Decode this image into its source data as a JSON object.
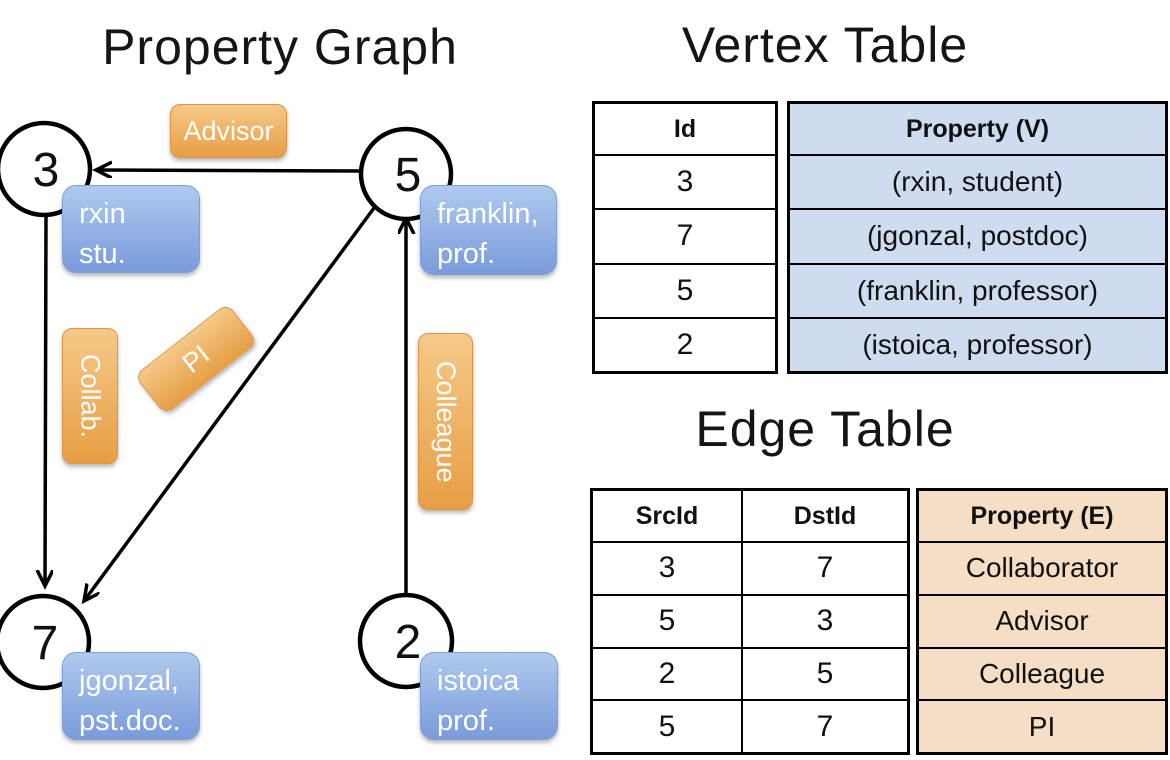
{
  "graph": {
    "title": "Property Graph",
    "nodes": [
      {
        "id": "3",
        "label_lines": [
          "rxin",
          "stu."
        ]
      },
      {
        "id": "5",
        "label_lines": [
          "franklin,",
          "prof."
        ]
      },
      {
        "id": "7",
        "label_lines": [
          "jgonzal,",
          "pst.doc."
        ]
      },
      {
        "id": "2",
        "label_lines": [
          "istoica",
          "prof."
        ]
      }
    ],
    "edge_labels": {
      "advisor": "Advisor",
      "collab": "Collab.",
      "pi": "PI",
      "colleague": "Colleague"
    }
  },
  "vertex_table": {
    "title": "Vertex Table",
    "columns": [
      "Id",
      "Property (V)"
    ],
    "rows": [
      [
        "3",
        "(rxin, student)"
      ],
      [
        "7",
        "(jgonzal, postdoc)"
      ],
      [
        "5",
        "(franklin, professor)"
      ],
      [
        "2",
        "(istoica, professor)"
      ]
    ]
  },
  "edge_table": {
    "title": "Edge Table",
    "columns": [
      "SrcId",
      "DstId",
      "Property (E)"
    ],
    "rows": [
      [
        "3",
        "7",
        "Collaborator"
      ],
      [
        "5",
        "3",
        "Advisor"
      ],
      [
        "2",
        "5",
        "Colleague"
      ],
      [
        "5",
        "7",
        "PI"
      ]
    ]
  },
  "colors": {
    "edge_label_orange": "#E89C42",
    "vertex_label_blue": "#7B9CDC",
    "vertex_table_fill": "#CFDCF0",
    "edge_table_fill": "#F5DEC5",
    "line": "#000000"
  }
}
